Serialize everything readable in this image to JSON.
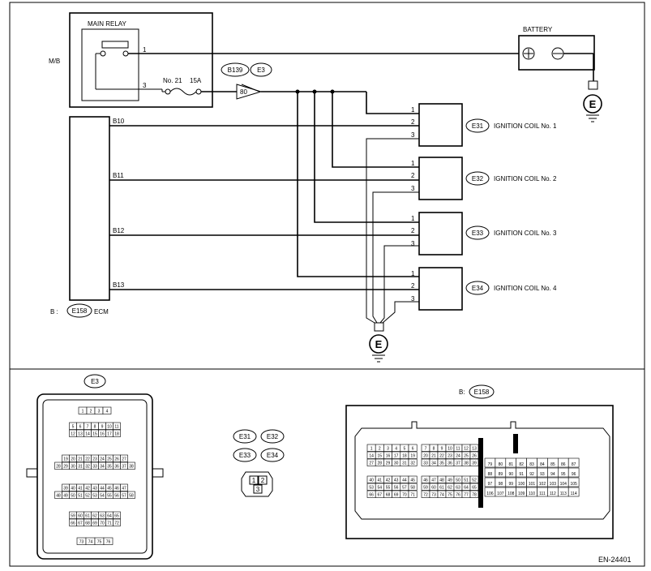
{
  "main_relay": {
    "label": "MAIN RELAY",
    "pin1": "1",
    "pin3": "3"
  },
  "mb_label": "M/B",
  "fuse": {
    "no": "No. 21",
    "amp": "15A"
  },
  "battery": {
    "label": "BATTERY",
    "plus": "⊕",
    "minus": "⊖"
  },
  "ground_symbol": "E",
  "connectors": {
    "b139": "B139",
    "e3": "E3",
    "terminal": "80"
  },
  "ecm": {
    "label": "ECM",
    "prefix": "B :",
    "conn": "E158",
    "pins": [
      "B10",
      "B11",
      "B12",
      "B13"
    ]
  },
  "coils": [
    {
      "conn": "E31",
      "name": "IGNITION COIL No. 1"
    },
    {
      "conn": "E32",
      "name": "IGNITION COIL No. 2"
    },
    {
      "conn": "E33",
      "name": "IGNITION COIL No. 3"
    },
    {
      "conn": "E34",
      "name": "IGNITION COIL No. 4"
    }
  ],
  "coil_pins": [
    "1",
    "2",
    "3"
  ],
  "e3_connector": {
    "title": "E3",
    "rows": [
      [
        "1",
        "2",
        "3",
        "4"
      ],
      [
        "5",
        "6",
        "7",
        "8",
        "9",
        "10",
        "11"
      ],
      [
        "12",
        "13",
        "14",
        "15",
        "16",
        "17",
        "18"
      ],
      [
        "19",
        "20",
        "21",
        "22",
        "23",
        "24",
        "25",
        "26",
        "27"
      ],
      [
        "28",
        "29",
        "30",
        "31",
        "32",
        "33",
        "34",
        "35",
        "36",
        "37",
        "38"
      ],
      [
        "39",
        "40",
        "41",
        "42",
        "43",
        "44",
        "45",
        "46",
        "47"
      ],
      [
        "48",
        "49",
        "50",
        "51",
        "52",
        "53",
        "54",
        "55",
        "56",
        "57",
        "58"
      ],
      [
        "59",
        "60",
        "61",
        "62",
        "63",
        "64",
        "65"
      ],
      [
        "66",
        "67",
        "68",
        "69",
        "70",
        "71",
        "72"
      ],
      [
        "73",
        "74",
        "75",
        "76"
      ]
    ]
  },
  "coil_connector": {
    "labels": [
      "E31",
      "E32",
      "E33",
      "E34"
    ],
    "pins": [
      "1",
      "2",
      "3"
    ]
  },
  "e158_connector": {
    "title": "E158",
    "prefix": "B:",
    "left_rows": [
      [
        "1",
        "2",
        "3",
        "4",
        "5",
        "6"
      ],
      [
        "14",
        "15",
        "16",
        "17",
        "18",
        "19"
      ],
      [
        "27",
        "28",
        "29",
        "30",
        "31",
        "32"
      ],
      [
        "40",
        "41",
        "42",
        "43",
        "44",
        "45"
      ],
      [
        "53",
        "54",
        "55",
        "56",
        "57",
        "58"
      ],
      [
        "66",
        "67",
        "68",
        "69",
        "70",
        "71"
      ]
    ],
    "mid_rows": [
      [
        "7",
        "8",
        "9",
        "10",
        "11",
        "12",
        "13"
      ],
      [
        "20",
        "21",
        "22",
        "23",
        "24",
        "25",
        "26"
      ],
      [
        "33",
        "34",
        "35",
        "36",
        "37",
        "38",
        "39"
      ],
      [
        "46",
        "47",
        "48",
        "49",
        "50",
        "51",
        "52"
      ],
      [
        "59",
        "60",
        "61",
        "62",
        "63",
        "64",
        "65"
      ],
      [
        "72",
        "73",
        "74",
        "75",
        "76",
        "77",
        "78"
      ]
    ],
    "right_rows": [
      [
        "79",
        "80",
        "81",
        "82",
        "83",
        "84",
        "85",
        "86",
        "87"
      ],
      [
        "88",
        "89",
        "90",
        "91",
        "92",
        "93",
        "94",
        "95",
        "96"
      ],
      [
        "97",
        "98",
        "99",
        "100",
        "101",
        "102",
        "103",
        "104",
        "105"
      ],
      [
        "106",
        "107",
        "108",
        "109",
        "110",
        "111",
        "112",
        "113",
        "114"
      ]
    ]
  },
  "footer_code": "EN-24401"
}
